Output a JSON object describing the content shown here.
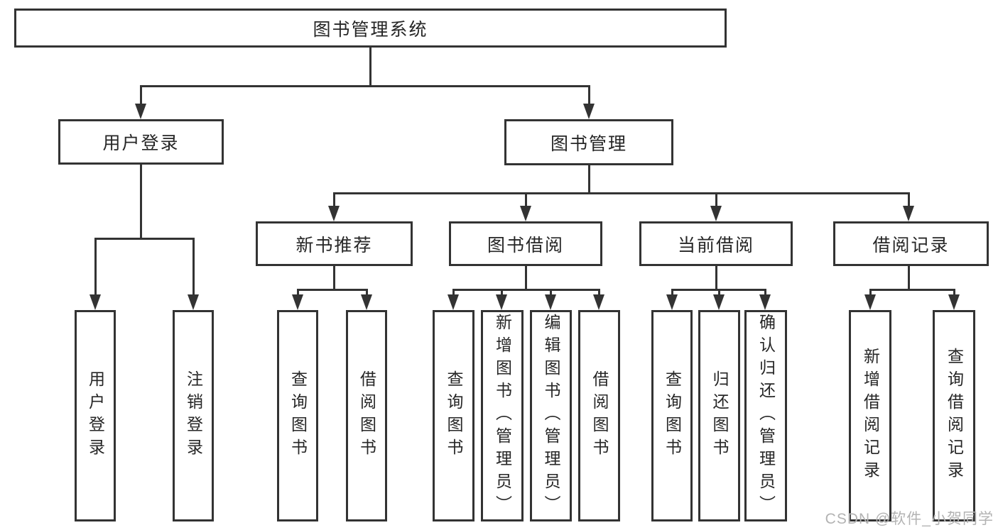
{
  "tree": {
    "root": {
      "label": "图书管理系统",
      "children": [
        {
          "label": "用户登录",
          "children": [
            {
              "label": "用户登录"
            },
            {
              "label": "注销登录"
            }
          ]
        },
        {
          "label": "图书管理",
          "children": [
            {
              "label": "新书推荐",
              "children": [
                {
                  "label": "查询图书"
                },
                {
                  "label": "借阅图书"
                }
              ]
            },
            {
              "label": "图书借阅",
              "children": [
                {
                  "label": "查询图书"
                },
                {
                  "label": "新增图书（管理员）"
                },
                {
                  "label": "编辑图书（管理员）"
                },
                {
                  "label": "借阅图书"
                }
              ]
            },
            {
              "label": "当前借阅",
              "children": [
                {
                  "label": "查询图书"
                },
                {
                  "label": "归还图书"
                },
                {
                  "label": "确认归还（管理员）"
                }
              ]
            },
            {
              "label": "借阅记录",
              "children": [
                {
                  "label": "新增借阅记录"
                },
                {
                  "label": "查询借阅记录"
                }
              ]
            }
          ]
        }
      ]
    }
  },
  "watermark": {
    "text": "CSDN @软件_小贺同学"
  },
  "colors": {
    "line": "#333333",
    "text": "#262626",
    "background": "#ffffff",
    "watermark": "#b3b3b3"
  }
}
